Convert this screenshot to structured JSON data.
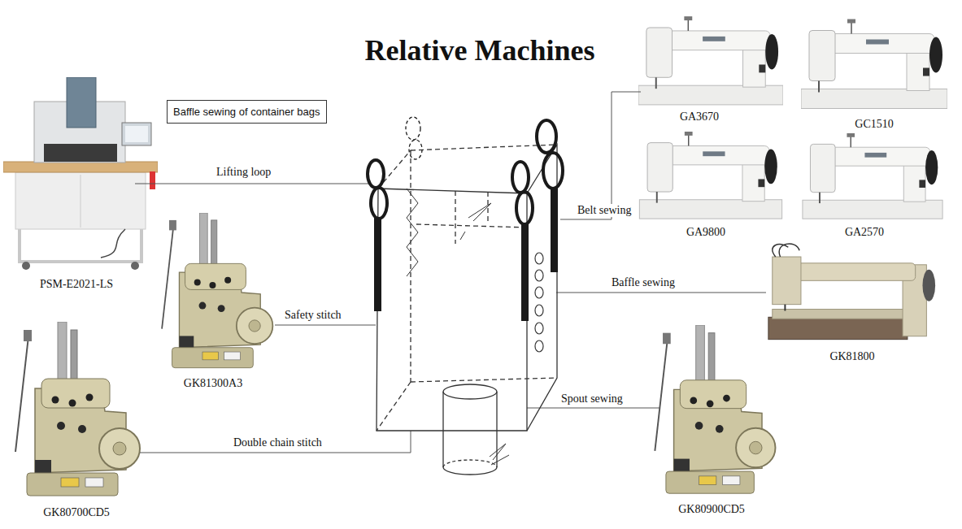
{
  "diagram": {
    "title": "Relative Machines",
    "nodes": [
      {
        "text": [
          "Baffle sewing of container bags"
        ]
      }
    ],
    "labels": [
      "GA3670",
      "GC1510",
      "Lifting loop",
      "Belt sewing",
      "GA9800",
      "GA2570",
      "PSM-E2021-LS",
      "Baffle sewing",
      "Safety stitch",
      "GK81800",
      "GK81300A3",
      "Spout sewing",
      "Double chain stitch",
      "GK80900CD5",
      "GK80700CD5"
    ]
  }
}
